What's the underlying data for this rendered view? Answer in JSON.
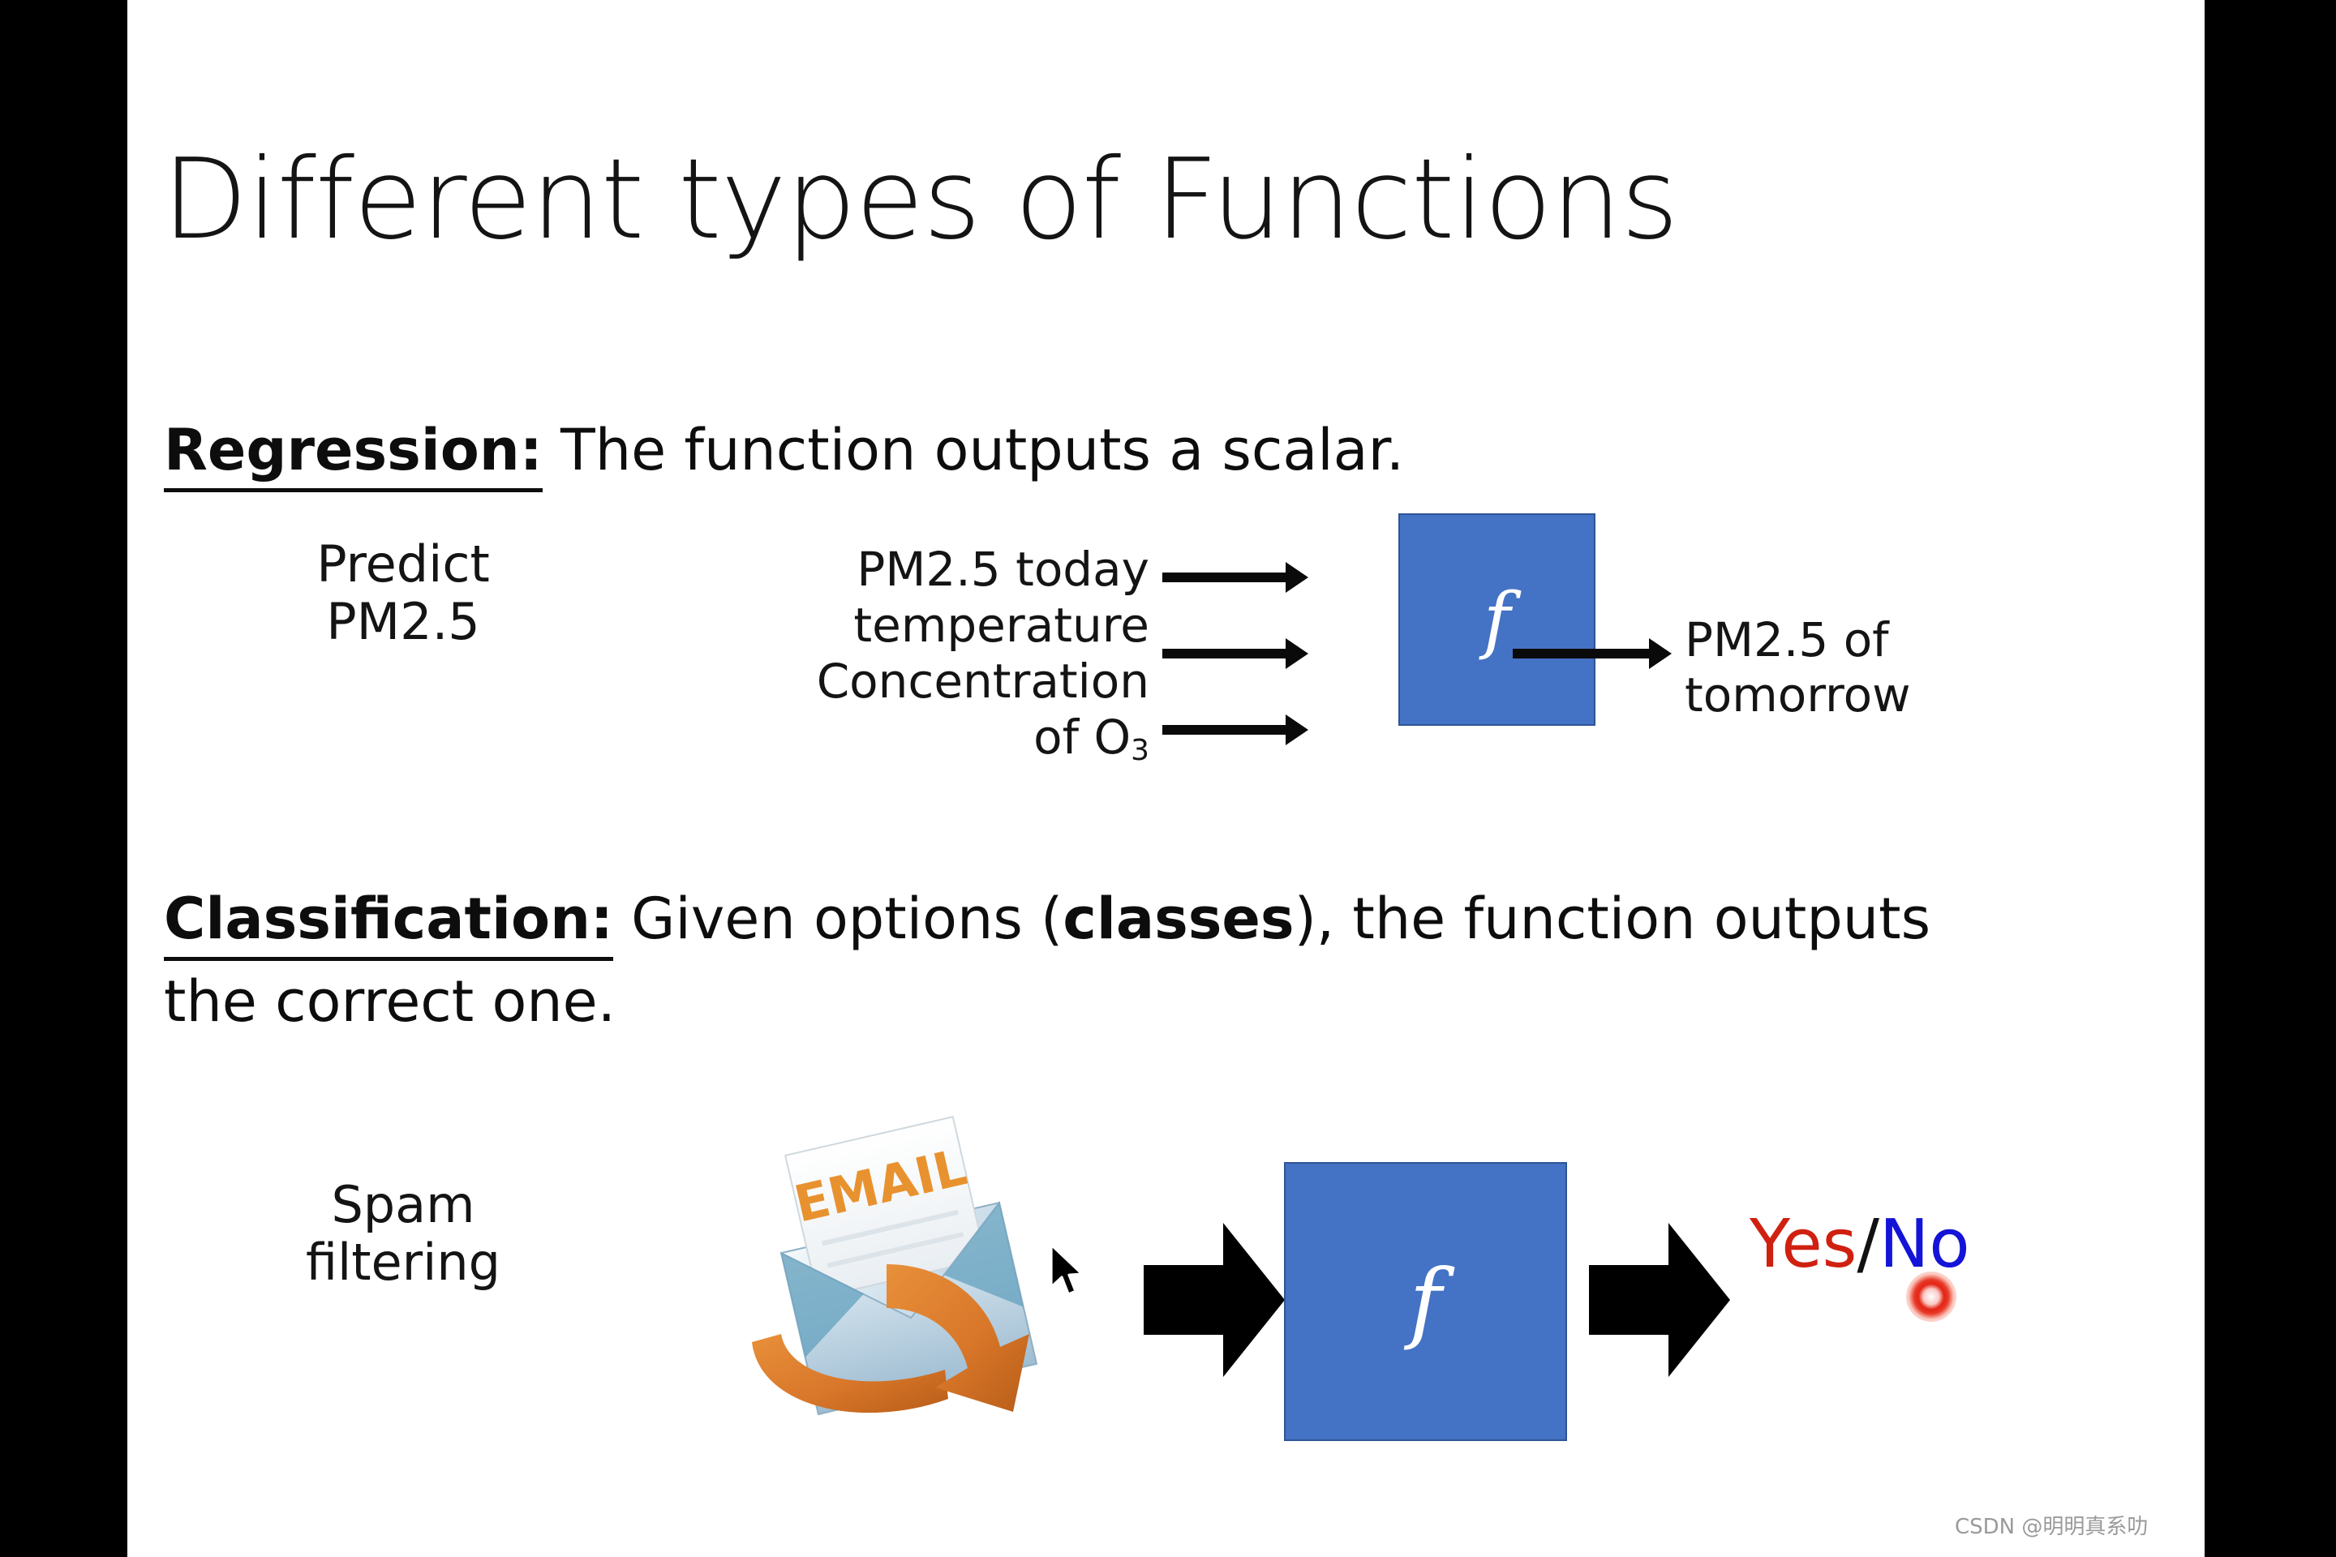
{
  "slide": {
    "title": "Different types of Functions",
    "background_color": "#ffffff",
    "letterbox_color": "#000000"
  },
  "regression": {
    "lead": "Regression:",
    "rest": " The function outputs a scalar.",
    "side_label_line1": "Predict",
    "side_label_line2": "PM2.5",
    "inputs": [
      "PM2.5 today",
      "temperature",
      "Concentration"
    ],
    "input3_cont": "of O",
    "input3_sub": "3",
    "function_symbol": "f",
    "function_box_color": "#4472C4",
    "output_line1": "PM2.5 of",
    "output_line2": "tomorrow"
  },
  "classification": {
    "lead": "Classification:",
    "mid": " Given options (",
    "bold_word": "classes",
    "rest": "), the function outputs",
    "line2": "the correct one.",
    "side_label_line1": "Spam",
    "side_label_line2": "filtering",
    "clipart_label": "EMAIL",
    "function_symbol": "f",
    "function_box_color": "#4472C4",
    "output_yes": "Yes",
    "output_slash": "/",
    "output_no": "No",
    "output_yes_color": "#D02010",
    "output_no_color": "#1414D8",
    "laser_color": "#E11910"
  },
  "watermark": {
    "text": "CSDN @明明真系叻"
  }
}
